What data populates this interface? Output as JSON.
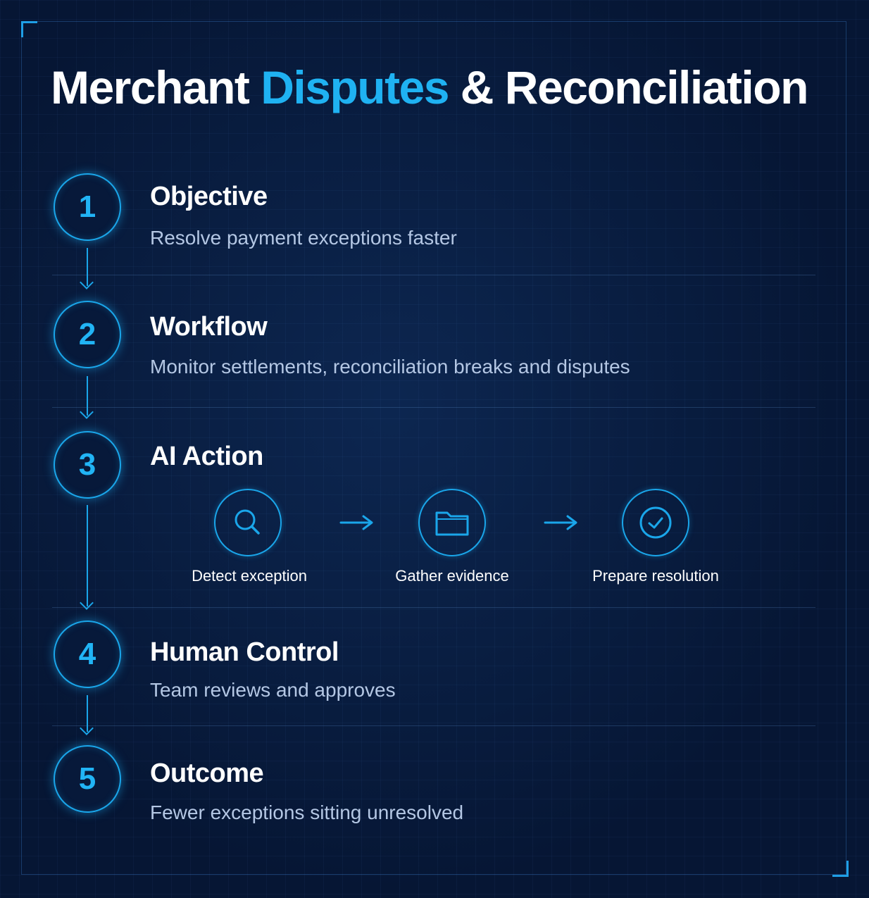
{
  "title": {
    "part1": "Merchant ",
    "accent": "Disputes",
    "part2": " & Reconciliation"
  },
  "colors": {
    "background": "#061634",
    "accent": "#1fb2f2",
    "line": "#1aa6ea",
    "heading": "#ffffff",
    "description": "#b4c7e4"
  },
  "steps": [
    {
      "number": "1",
      "title": "Objective",
      "description": "Resolve payment exceptions faster"
    },
    {
      "number": "2",
      "title": "Workflow",
      "description": "Monitor settlements, reconciliation breaks and disputes"
    },
    {
      "number": "3",
      "title": "AI Action",
      "description": ""
    },
    {
      "number": "4",
      "title": "Human Control",
      "description": "Team reviews and approves"
    },
    {
      "number": "5",
      "title": "Outcome",
      "description": "Fewer exceptions sitting unresolved"
    }
  ],
  "ai_actions": [
    {
      "icon": "search-icon",
      "label": "Detect exception"
    },
    {
      "icon": "folder-icon",
      "label": "Gather evidence"
    },
    {
      "icon": "check-circle-icon",
      "label": "Prepare resolution"
    }
  ]
}
